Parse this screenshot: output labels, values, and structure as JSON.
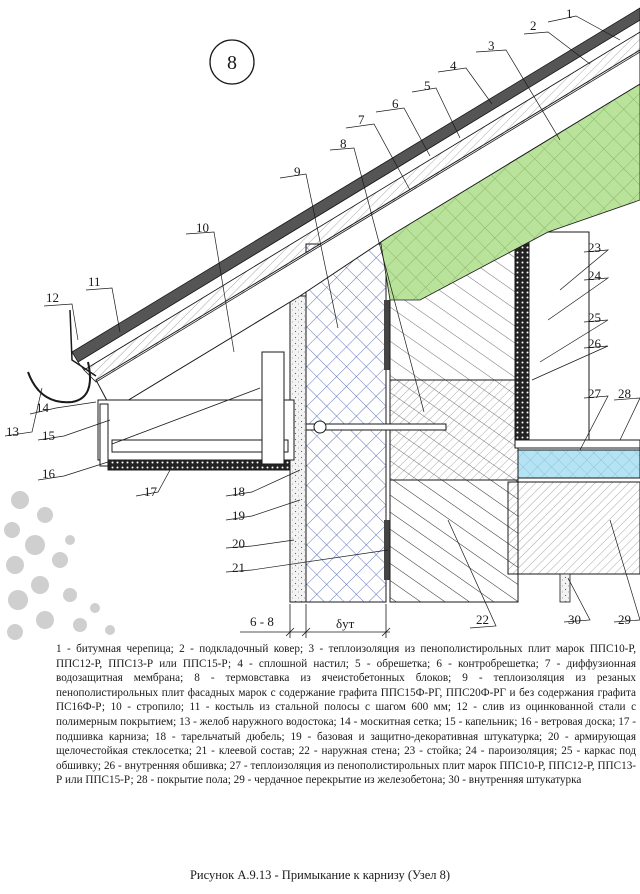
{
  "node_number": "8",
  "callouts": [
    "1",
    "2",
    "3",
    "4",
    "5",
    "6",
    "7",
    "8",
    "9",
    "10",
    "11",
    "12",
    "13",
    "14",
    "15",
    "16",
    "17",
    "18",
    "19",
    "20",
    "21",
    "22",
    "23",
    "24",
    "25",
    "26",
    "27",
    "28",
    "29",
    "30"
  ],
  "dimensions": {
    "left": "6 - 8",
    "insulation": "δут"
  },
  "legend": [
    "1 - битумная черепица;",
    "2 - подкладочный ковер;",
    "3 - теплоизоляция из пенополистирольных плит марок ППС10-Р, ППС12-Р, ППС13-Р или ППС15-Р;",
    "4 - сплошной настил;",
    "5 - обрешетка;",
    "6 - контробрешетка;",
    "7 - диффузионная водозащитная мембрана;",
    "8 - термовставка из ячеистобетонных блоков;",
    "9 - теплоизоляция из резаных пенополистирольных плит фасадных марок с содержание графита ППС15Ф-РГ, ППС20Ф-РГ и без содержания графита ПС16Ф-Р;",
    "10 - стропило;",
    "11 - костыль из стальной полосы с шагом 600 мм;",
    "12 - слив из оцинкованной стали с полимерным покрытием;",
    "13 - желоб наружного водостока;",
    "14 - москитная сетка;",
    "15 - капельник;",
    "16 - ветровая доска;",
    "17 - подшивка карниза;",
    "18 - тарельчатый дюбель;",
    "19 - базовая и защитно-декоративная штукатурка;",
    "20 - армирующая щелочестойкая стеклосетка;",
    "21 - клеевой состав;",
    "22 - наружная стена;",
    "23 - стойка;",
    "24 - пароизоляция;",
    "25 - каркас под обшивку;",
    "26 - внутренняя обшивка;",
    "27 - теплоизоляция из пенополистирольных плит марок ППС10-Р, ППС12-Р, ППС13-Р или ППС15-Р;",
    "28 - покрытие пола;",
    "29 - чердачное перекрытие из железобетона;",
    "30 - внутренняя штукатурка"
  ],
  "caption": "Рисунок А.9.13 - Примыкание к карнизу (Узел 8)",
  "colors": {
    "ink": "#1a1a1a",
    "insulation_blue": "#4a5fae",
    "xps_green": "#9ed07a",
    "light_blue": "#a8dcef",
    "dots": "#c9c9c9"
  }
}
